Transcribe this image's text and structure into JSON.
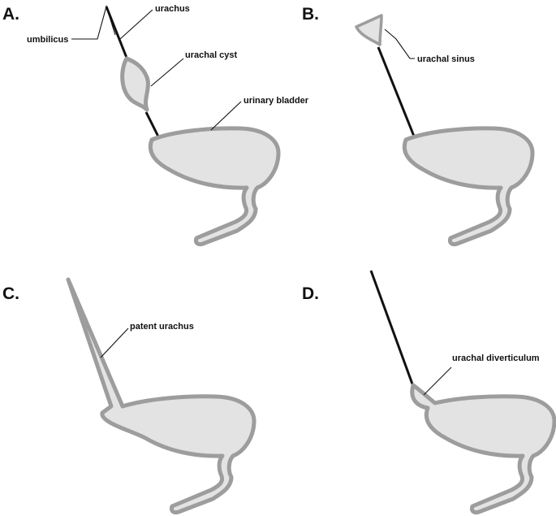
{
  "panels": [
    {
      "letter": "A.",
      "labels": {
        "umbilicus": "umbilicus",
        "urachus": "urachus",
        "urachal_cyst": "urachal cyst",
        "urinary_bladder": "urinary bladder"
      }
    },
    {
      "letter": "B.",
      "labels": {
        "urachal_sinus": "urachal sinus"
      }
    },
    {
      "letter": "C.",
      "labels": {
        "patent_urachus": "patent urachus"
      }
    },
    {
      "letter": "D.",
      "labels": {
        "urachal_diverticulum": "urachal diverticulum"
      }
    }
  ],
  "colors": {
    "wall": "#9d9d9d",
    "lumen": "#e3e3e3",
    "ink": "#111111"
  }
}
